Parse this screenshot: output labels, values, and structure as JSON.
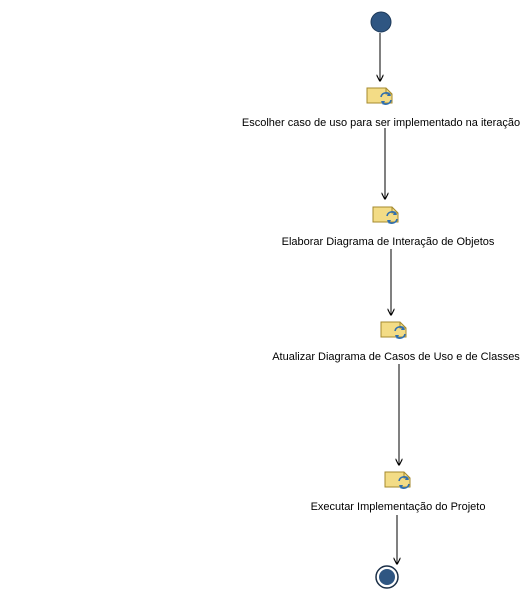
{
  "diagram": {
    "nodes": [
      {
        "id": "start",
        "kind": "initial"
      },
      {
        "id": "a1",
        "kind": "activity",
        "icon": "iterative-task-icon",
        "label": "Escolher caso de uso para ser implementado na iteração"
      },
      {
        "id": "a2",
        "kind": "activity",
        "icon": "iterative-task-icon",
        "label": "Elaborar Diagrama de Interação de Objetos"
      },
      {
        "id": "a3",
        "kind": "activity",
        "icon": "iterative-task-icon",
        "label": "Atualizar Diagrama de Casos de Uso e de Classes"
      },
      {
        "id": "a4",
        "kind": "activity",
        "icon": "iterative-task-icon",
        "label": "Executar Implementação do Projeto"
      },
      {
        "id": "end",
        "kind": "final"
      }
    ],
    "edges": [
      {
        "from": "start",
        "to": "a1"
      },
      {
        "from": "a1",
        "to": "a2"
      },
      {
        "from": "a2",
        "to": "a3"
      },
      {
        "from": "a3",
        "to": "a4"
      },
      {
        "from": "a4",
        "to": "end"
      }
    ],
    "colors": {
      "node_fill": "#2f5682",
      "edge": "#000000",
      "icon_fill": "#f3dc86",
      "icon_stroke": "#a48a2e",
      "icon_arrows": "#2f6fb0"
    }
  }
}
